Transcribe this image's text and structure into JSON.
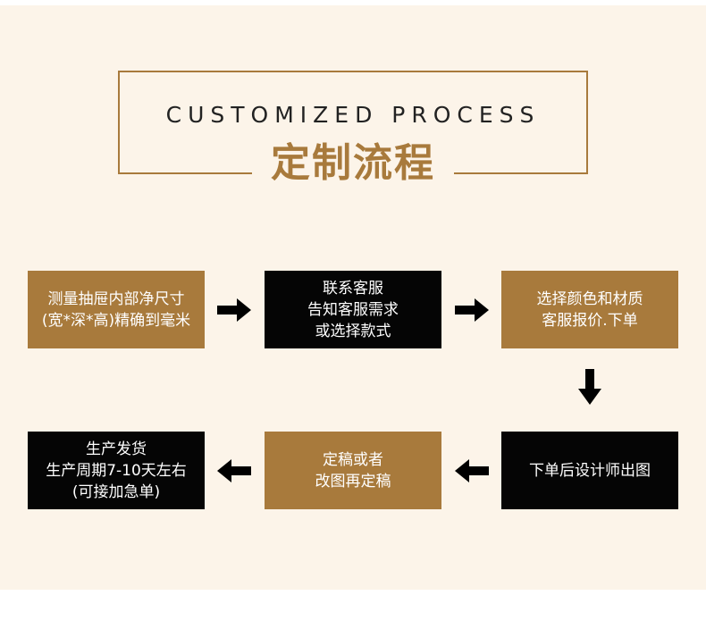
{
  "title": {
    "en": "CUSTOMIZED PROCESS",
    "cn": "定制流程"
  },
  "steps": [
    {
      "text": "测量抽屉内部净尺寸\n(宽*深*高)精确到毫米",
      "style": "gold"
    },
    {
      "text": "联系客服\n告知客服需求\n或选择款式",
      "style": "black"
    },
    {
      "text": "选择颜色和材质\n客服报价.下单",
      "style": "gold"
    },
    {
      "text": "下单后设计师出图",
      "style": "black"
    },
    {
      "text": "定稿或者\n改图再定稿",
      "style": "gold"
    },
    {
      "text": "生产发货\n生产周期7-10天左右\n(可接加急单)",
      "style": "black"
    }
  ],
  "colors": {
    "background": "#fcf4e9",
    "gold": "#a87a3c",
    "black": "#050505",
    "text_on_box": "#ffffff"
  }
}
